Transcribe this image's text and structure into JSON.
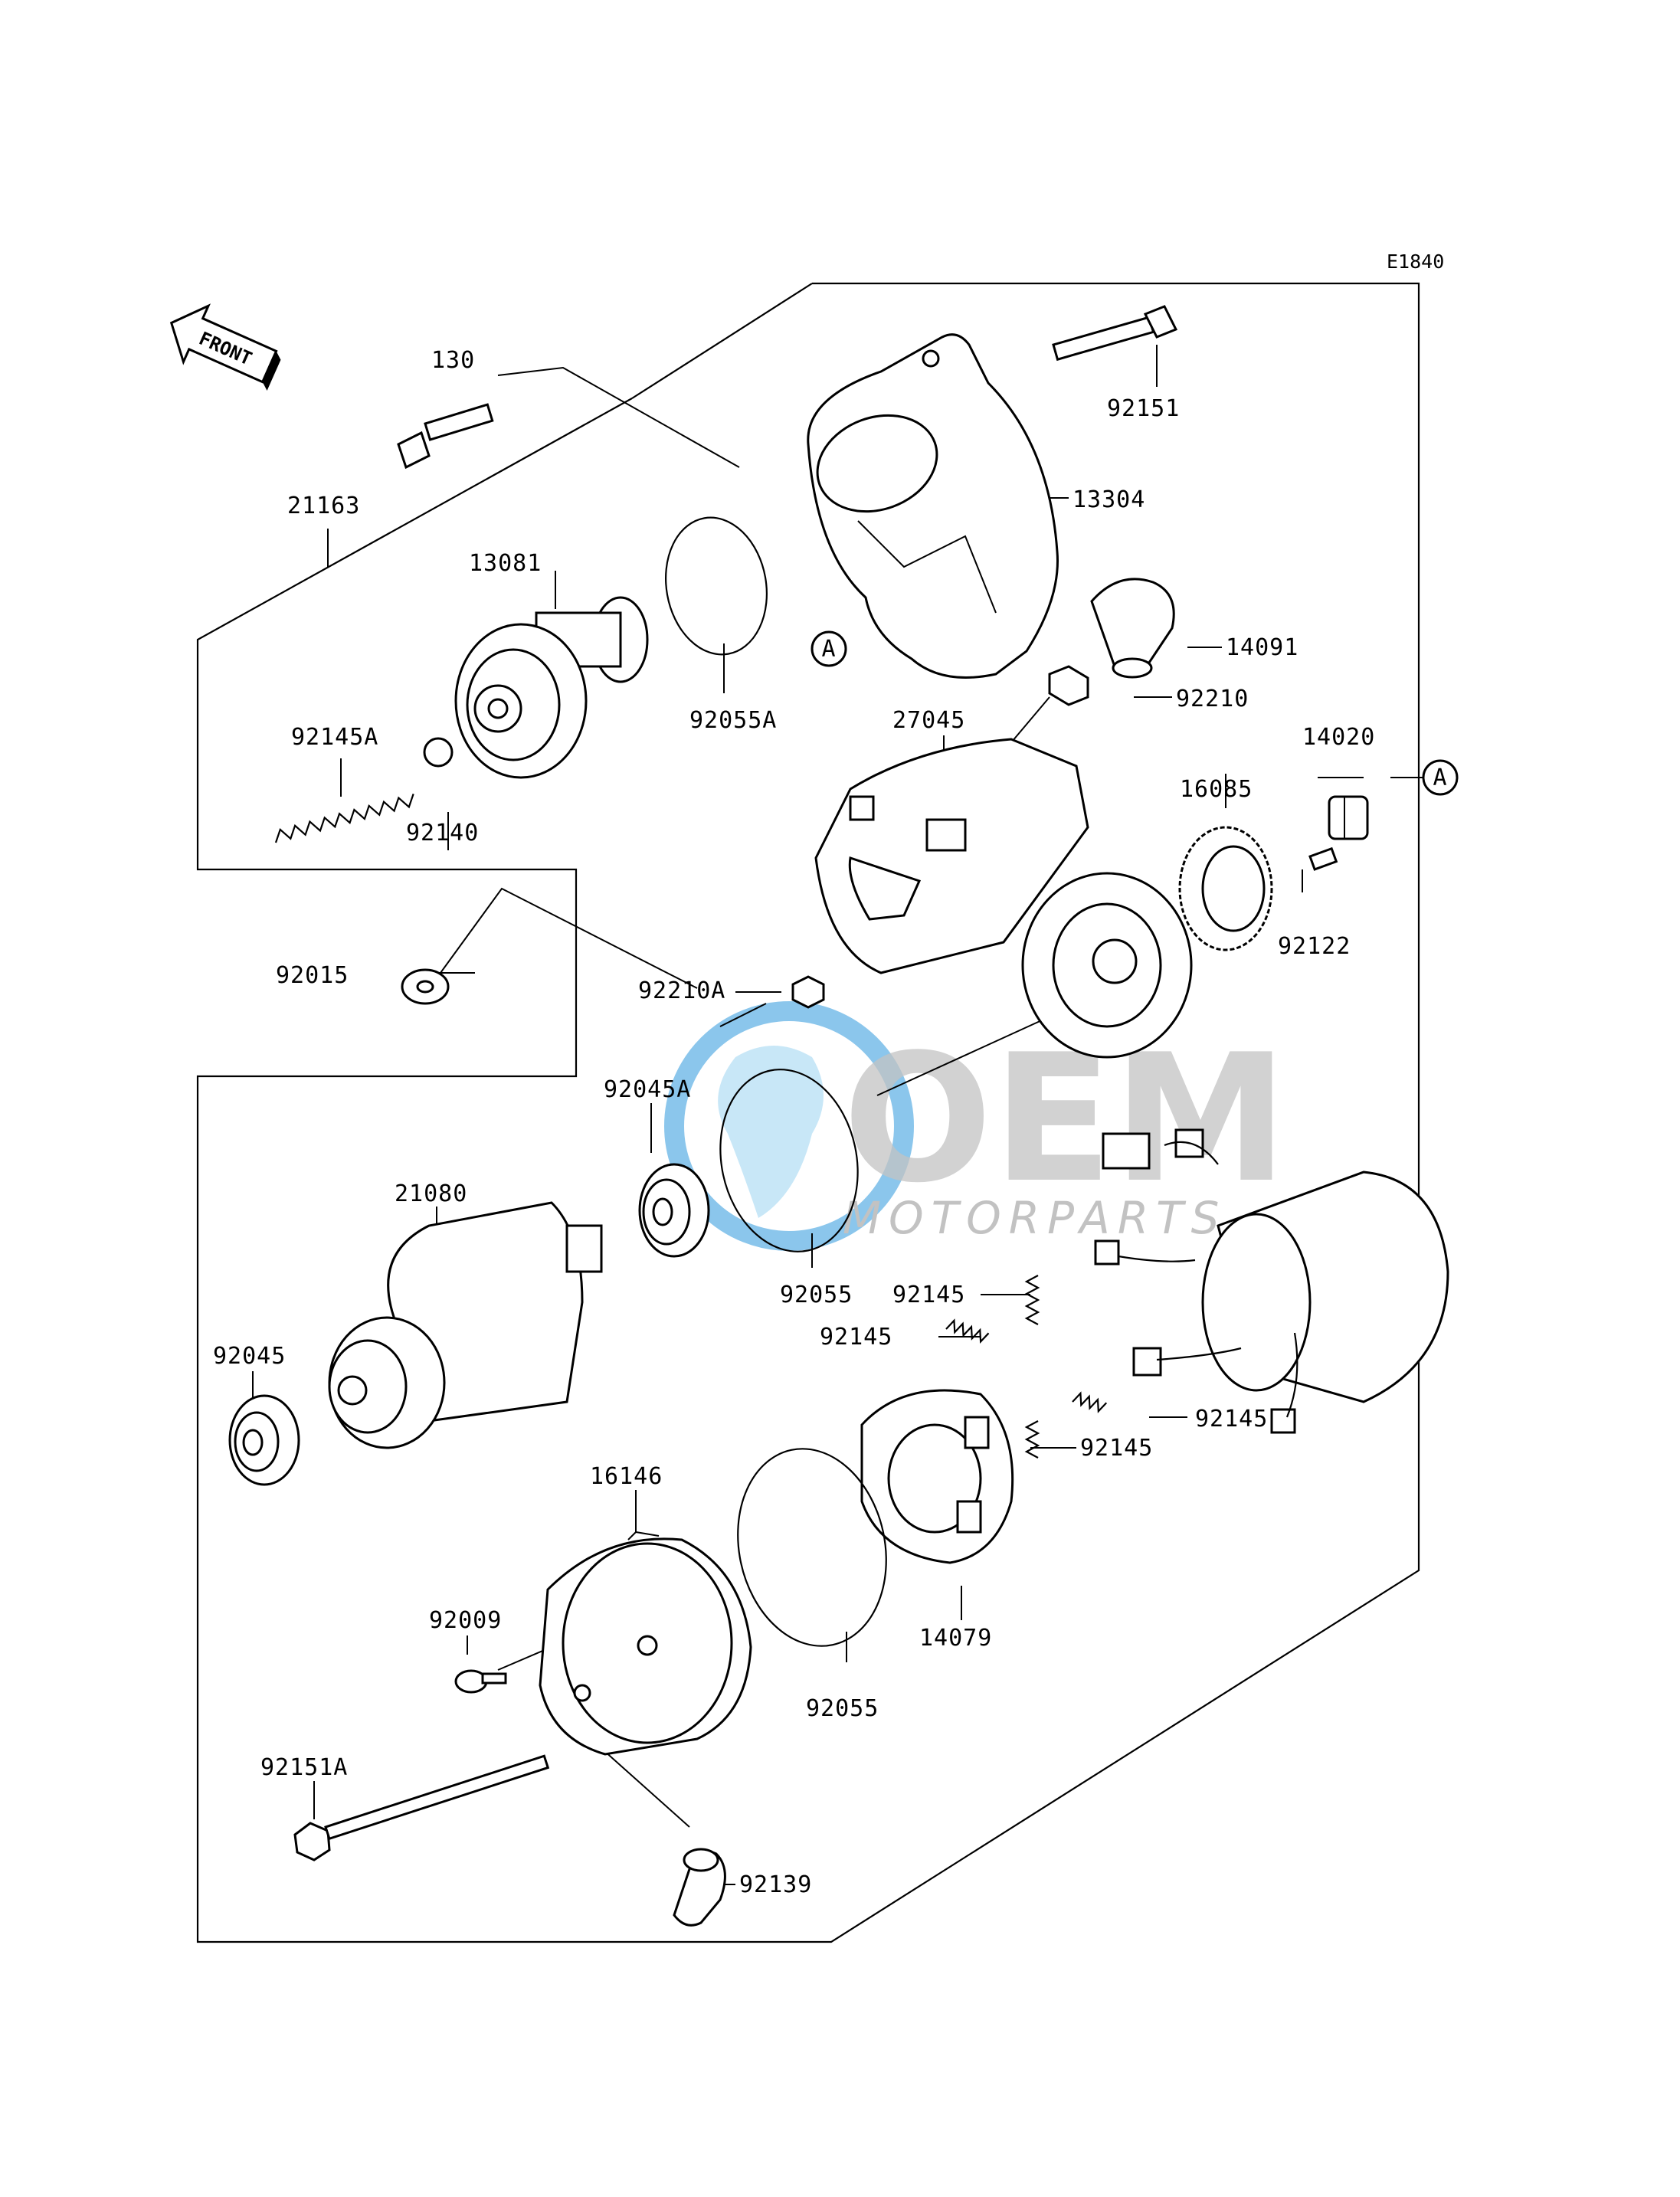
{
  "diagram": {
    "code": "E1840",
    "front_label": "FRONT",
    "reference_mark": "A",
    "watermark": {
      "brand": "OEM",
      "sub": "MOTORPARTS",
      "color_blue": "#1a8fd8",
      "color_light": "#bfe3f6",
      "color_gray": "#b8b8b8"
    },
    "labels": {
      "p130": "130",
      "p92151": "92151",
      "p13304": "13304",
      "p21163": "21163",
      "p13081": "13081",
      "p92055A": "92055A",
      "p14091": "14091",
      "p92210": "92210",
      "p27045": "27045",
      "p14020": "14020",
      "p92145A": "92145A",
      "p92140": "92140",
      "p16085": "16085",
      "p92122": "92122",
      "p92015": "92015",
      "p92210A": "92210A",
      "p92045A": "92045A",
      "p21080": "21080",
      "p92055a": "92055",
      "p92145a": "92145",
      "p92145b": "92145",
      "p92045": "92045",
      "p92145c": "92145",
      "p92145d": "92145",
      "p16146": "16146",
      "p92009": "92009",
      "p14079": "14079",
      "p92055b": "92055",
      "p92151A": "92151A",
      "p92139": "92139"
    }
  }
}
